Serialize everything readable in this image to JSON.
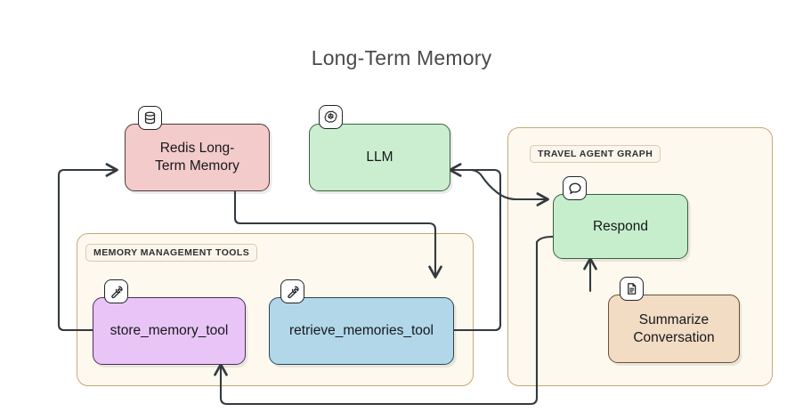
{
  "title": "Long-Term Memory",
  "groups": [
    {
      "id": "memory-tools",
      "label": "MEMORY MANAGEMENT TOOLS"
    },
    {
      "id": "travel-agent-graph",
      "label": "TRAVEL AGENT GRAPH"
    }
  ],
  "nodes": [
    {
      "id": "redis",
      "label": "Redis Long-\nTerm Memory",
      "icon": "database-icon",
      "color": "#f3cbcb"
    },
    {
      "id": "llm",
      "label": "LLM",
      "icon": "openai-icon",
      "color": "#cbeed0"
    },
    {
      "id": "respond",
      "label": "Respond",
      "icon": "speech-bubble-icon",
      "color": "#c6eecd"
    },
    {
      "id": "store",
      "label": "store_memory_tool",
      "icon": "hammer-icon",
      "color": "#e9c4f6"
    },
    {
      "id": "retrieve",
      "label": "retrieve_memories_tool",
      "icon": "hammer-icon",
      "color": "#b1d7e9"
    },
    {
      "id": "summarize",
      "label": "Summarize\nConversation",
      "icon": "document-icon",
      "color": "#f2dcc4"
    }
  ],
  "edges": [
    {
      "id": "store-to-redis",
      "from": "store",
      "to": "redis"
    },
    {
      "id": "redis-to-retrieve",
      "from": "redis",
      "to": "retrieve"
    },
    {
      "id": "retrieve-to-llm",
      "from": "retrieve",
      "to": "llm"
    },
    {
      "id": "retrieve-to-respond",
      "from": "retrieve",
      "to": "respond"
    },
    {
      "id": "respond-to-store",
      "from": "respond",
      "to": "store"
    },
    {
      "id": "summarize-to-respond",
      "from": "summarize",
      "to": "respond"
    }
  ],
  "colors": {
    "group_border": "#c9a876",
    "group_fill": "#fdf9ef",
    "edge": "#333a3f",
    "background": "#ffffff",
    "title_text": "#4a4a4a"
  }
}
